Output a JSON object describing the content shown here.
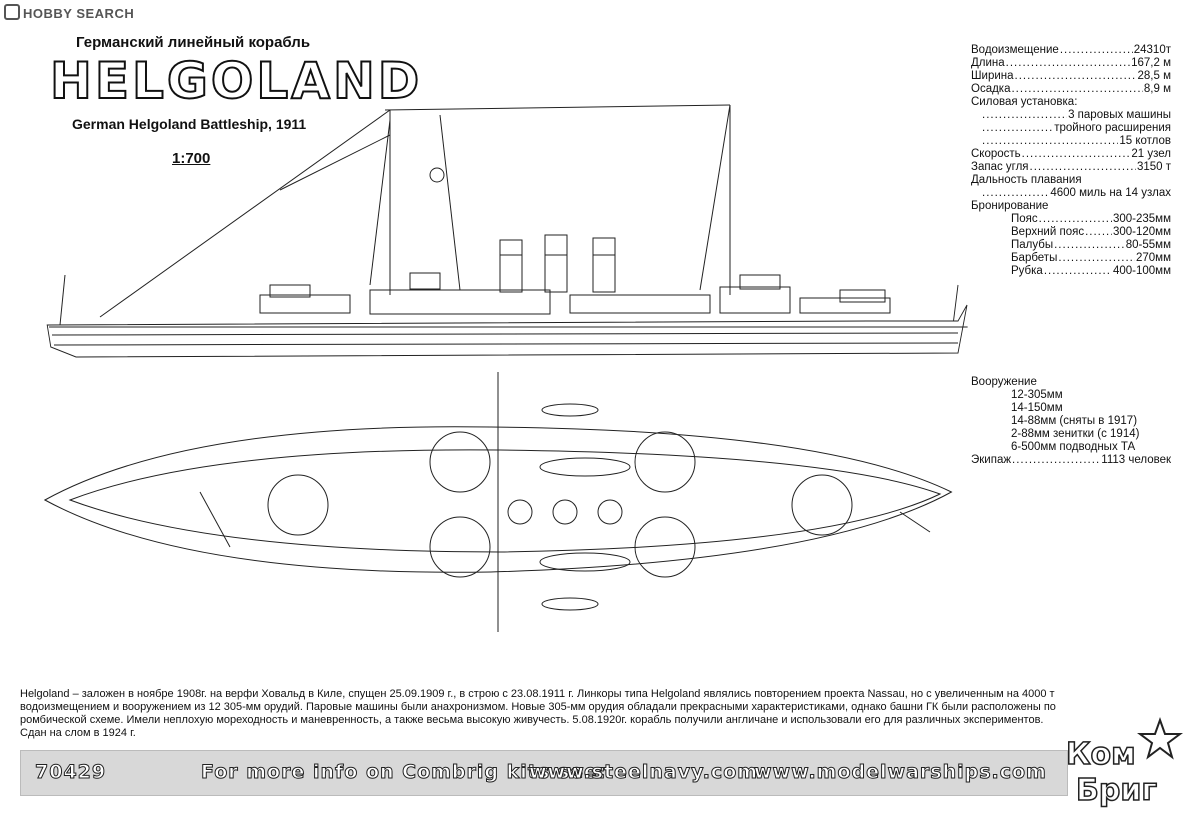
{
  "watermark": "HOBBY SEARCH",
  "titles": {
    "ru": "Германский линейный корабль",
    "name": "HELGOLAND",
    "en": "German Helgoland Battleship, 1911",
    "scale": "1:700"
  },
  "specs": {
    "displacement": {
      "label": "Водоизмещение",
      "value": "24310т"
    },
    "length": {
      "label": "Длина",
      "value": "167,2 м"
    },
    "beam": {
      "label": "Ширина",
      "value": "28,5 м"
    },
    "draft": {
      "label": "Осадка",
      "value": "8,9 м"
    },
    "powerplant_label": "Силовая установка:",
    "engines": "3 паровых машины",
    "expansion": "тройного расширения",
    "boilers": "15 котлов",
    "speed": {
      "label": "Скорость",
      "value": "21 узел"
    },
    "coal": {
      "label": "Запас угля",
      "value": "3150 т"
    },
    "range_label": "Дальность плавания",
    "range": "4600 миль на 14 узлах",
    "armor_label": "Бронирование",
    "armor": [
      {
        "label": "Пояс",
        "value": "300-235мм"
      },
      {
        "label": "Верхний пояс",
        "value": "300-120мм"
      },
      {
        "label": "Палубы",
        "value": "80-55мм"
      },
      {
        "label": "Барбеты",
        "value": "270мм"
      },
      {
        "label": "Рубка",
        "value": "400-100мм"
      }
    ]
  },
  "armament": {
    "label": "Вооружение",
    "items": [
      "12-305мм",
      "14-150мм",
      "14-88мм (сняты в 1917)",
      "2-88мм зенитки (с 1914)",
      "6-500мм подводных ТА"
    ],
    "crew": {
      "label": "Экипаж",
      "value": "1113 человек"
    }
  },
  "description": "Helgoland – заложен в ноябре 1908г. на верфи Ховальд в Киле, спущен 25.09.1909 г., в строю с 23.08.1911 г. Линкоры типа Helgoland являлись повторением проекта Nassau, но с увеличенным на 4000 т водоизмещением и вооружением из 12  305-мм орудий. Паровые машины были анахронизмом. Новые 305-мм орудия обладали прекрасными характеристиками, однако башни ГК были расположены по ромбической схеме. Имели неплохую мореходность и маневренность, а также весьма высокую живучесть. 5.08.1920г. корабль получили англичане и использовали его для различных экспериментов. Сдан на слом в 1924 г.",
  "footer": {
    "kit_number": "70429",
    "info": "For more info on Combrig kits see:",
    "url1": "www.steelnavy.com",
    "url2": "www.modelwarships.com"
  },
  "logo": {
    "line1": "Ком",
    "line2": "Бриг"
  }
}
